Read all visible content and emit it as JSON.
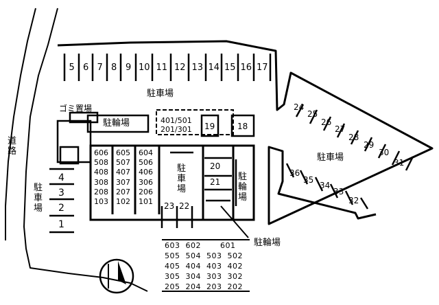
{
  "labels": {
    "road": "道路",
    "parking_top": "駐車場",
    "parking_left": "駐車場",
    "parking_center": "駐車場",
    "parking_right": "駐車場",
    "garbage": "ゴミ置場",
    "bike_top": "駐輪場",
    "bike_right": "駐輪場",
    "bike_bottom": "駐輪場"
  },
  "spaces_top": [
    "5",
    "6",
    "7",
    "8",
    "9",
    "10",
    "11",
    "12",
    "13",
    "14",
    "15",
    "16",
    "17"
  ],
  "spaces_left": [
    "4",
    "3",
    "2",
    "1"
  ],
  "space_19": "19",
  "space_18": "18",
  "space_20": "20",
  "space_21": "21",
  "space_23": "23",
  "space_22": "22",
  "spaces_right_upper": [
    "24",
    "25",
    "26",
    "27",
    "28",
    "29",
    "30",
    "31"
  ],
  "spaces_right_lower": [
    "36",
    "35",
    "34",
    "33",
    "32"
  ],
  "unit_box_top": "401/501",
  "unit_box_bottom": "201/301",
  "building_cols": [
    [
      "606",
      "508",
      "408",
      "308",
      "208",
      "103"
    ],
    [
      "605",
      "507",
      "407",
      "307",
      "207",
      "102"
    ],
    [
      "604",
      "506",
      "406",
      "306",
      "206",
      "101"
    ]
  ],
  "lower_rows": [
    "603  602       601",
    "505  504  503  502",
    "405  404  403  402",
    "305  304  303  302",
    "205  204  203  202"
  ]
}
